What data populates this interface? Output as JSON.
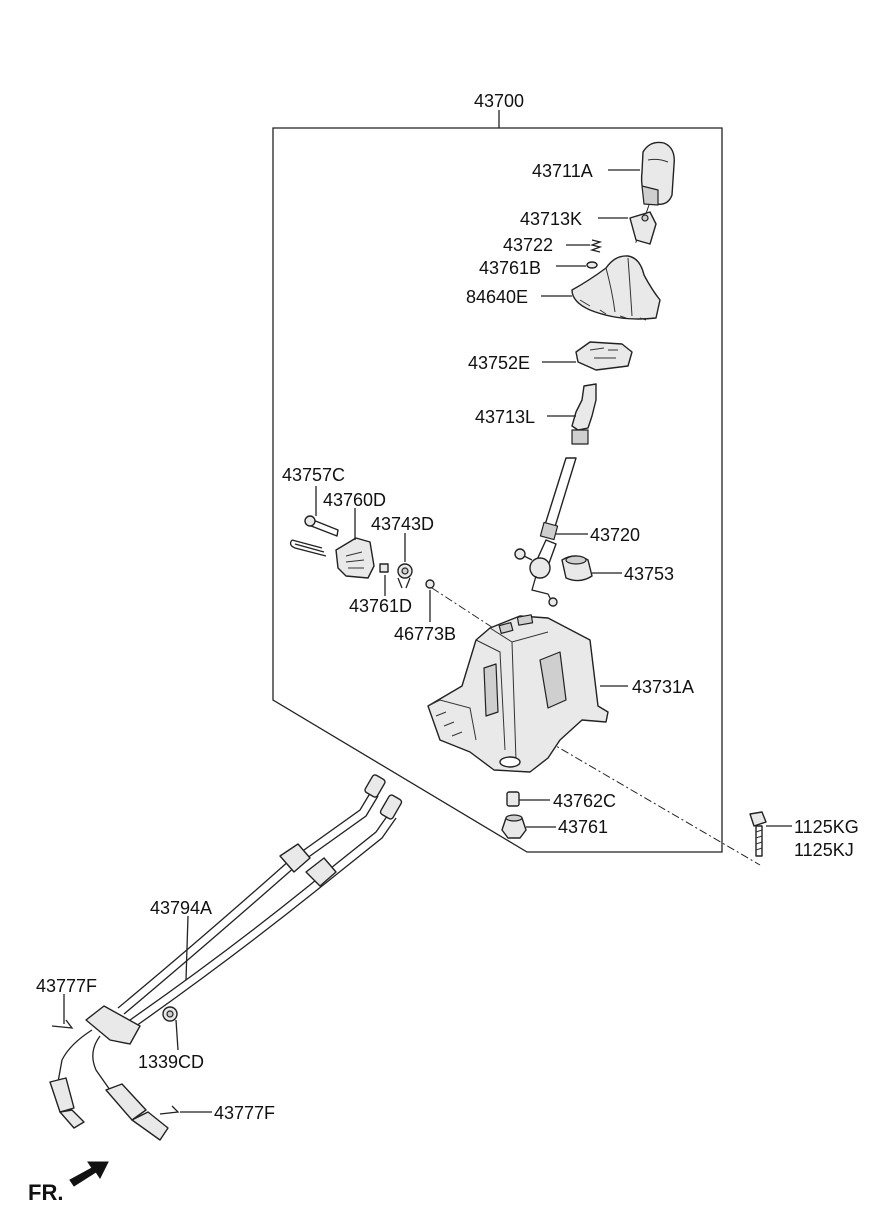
{
  "labels": {
    "assembly": "43700",
    "knob": "43711A",
    "knob_button": "43713K",
    "spring": "43722",
    "bushing_top": "43761B",
    "boot": "84640E",
    "indicator": "43752E",
    "lever_top": "43713L",
    "lever": "43720",
    "retainer": "43753",
    "pin": "43757C",
    "detent": "43760D",
    "clip": "43743D",
    "bushing_small": "43761D",
    "nut_small": "46773B",
    "housing": "43731A",
    "pin_bottom": "43762C",
    "bushing_bottom": "43761",
    "bolt_kg": "1125KG",
    "bolt_kj": "1125KJ",
    "cable": "43794A",
    "clip_left": "43777F",
    "nut_cable": "1339CD",
    "clip_right": "43777F",
    "direction": "FR."
  }
}
